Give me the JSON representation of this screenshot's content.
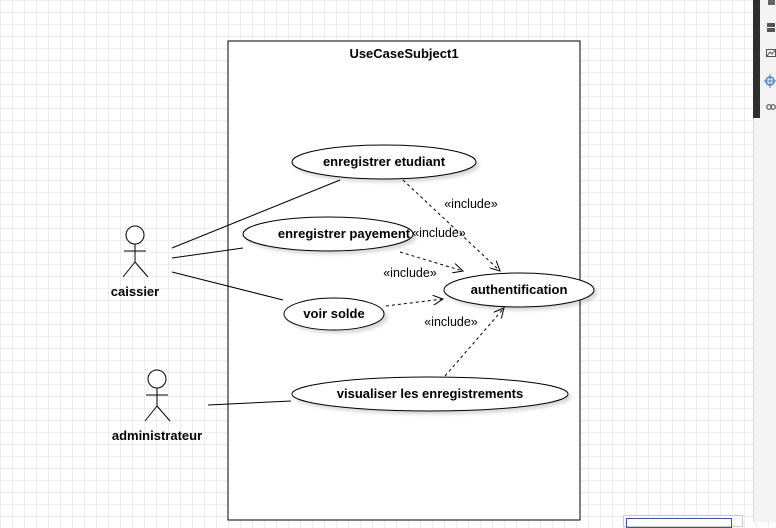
{
  "diagram": {
    "subject_title": "UseCaseSubject1",
    "actors": {
      "caissier": "caissier",
      "administrateur": "administrateur"
    },
    "use_cases": {
      "enregistrer_etudiant": "enregistrer etudiant",
      "enregistrer_payement": "enregistrer payement",
      "voir_solde": "voir solde",
      "authentification": "authentification",
      "visualiser": "visualiser les enregistrements"
    },
    "relations": {
      "include_1": "«include»",
      "include_2": "«include»",
      "include_3": "«include»",
      "include_4": "«include»"
    }
  },
  "colors": {
    "stroke": "#000000",
    "selection_accent": "#3a55a8",
    "rail_dark": "#2f2f2f"
  },
  "icons": [
    "format-icon",
    "layers-icon",
    "image-icon",
    "move-icon",
    "link-icon"
  ]
}
